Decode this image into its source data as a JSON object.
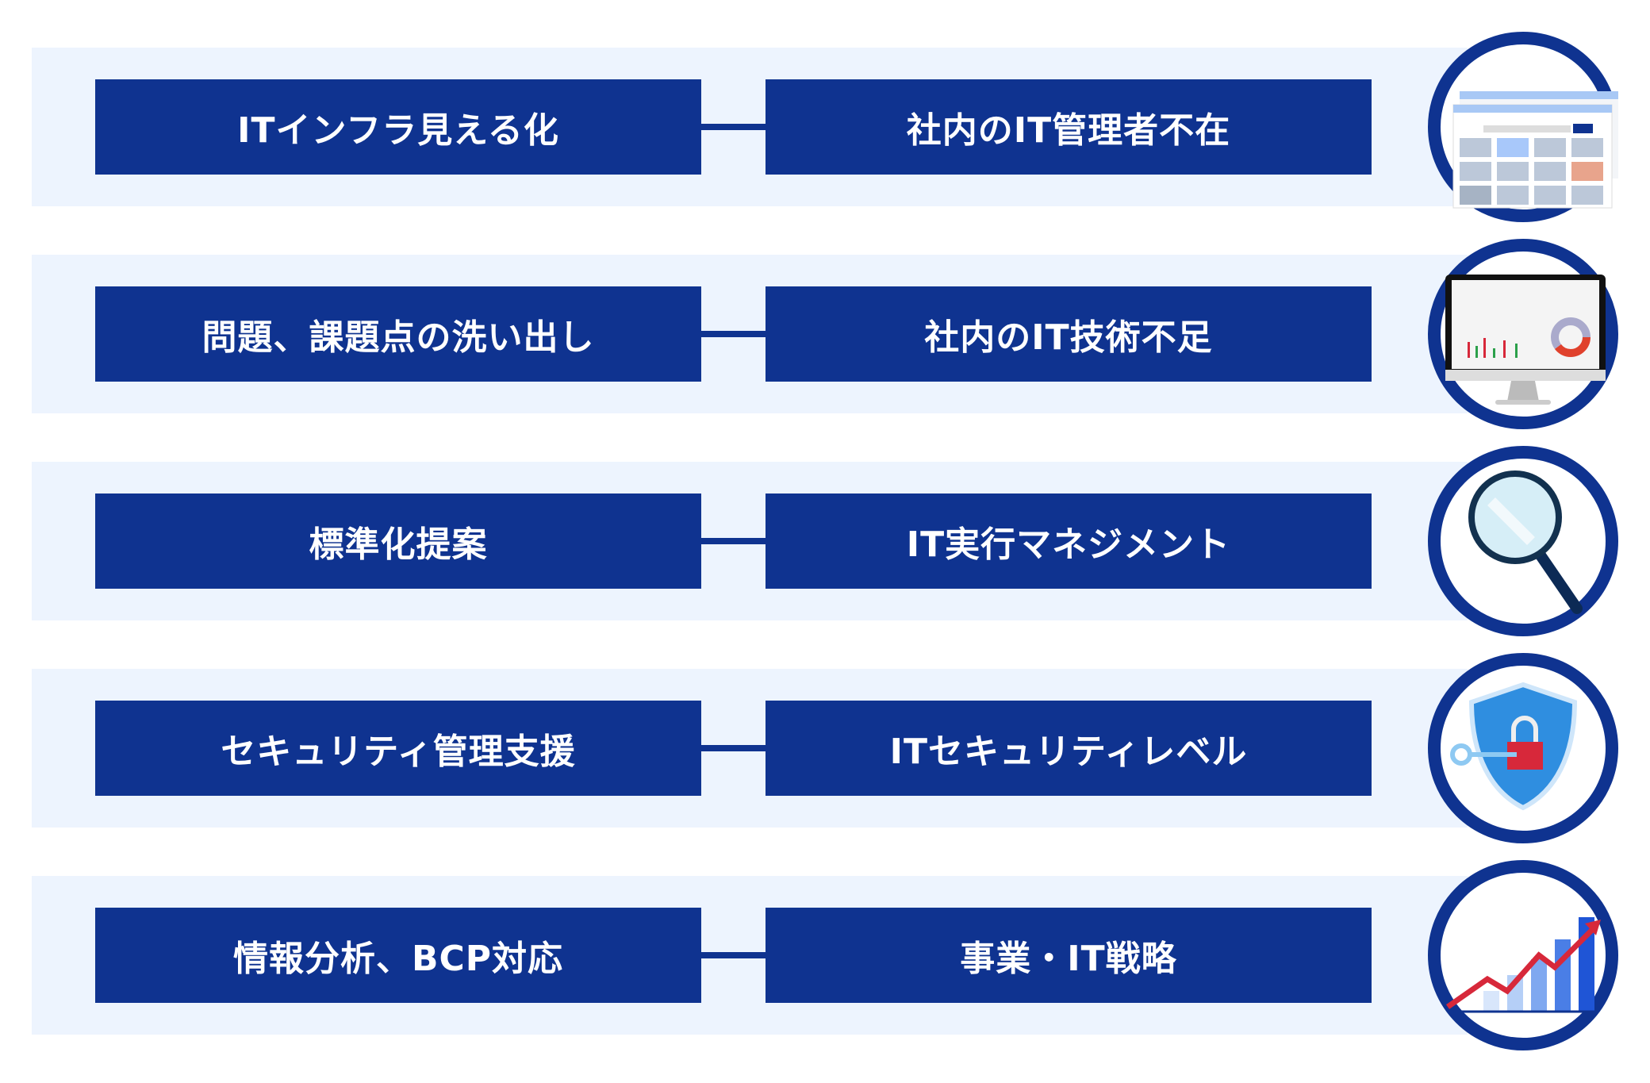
{
  "rows": [
    {
      "left": "ITインフラ見える化",
      "right": "社内のIT管理者不在",
      "icon": "browser-window-icon"
    },
    {
      "left": "問題、課題点の洗い出し",
      "right": "社内のIT技術不足",
      "icon": "monitor-dashboard-icon"
    },
    {
      "left": "標準化提案",
      "right": "IT実行マネジメント",
      "icon": "magnifying-glass-icon"
    },
    {
      "left": "セキュリティ管理支援",
      "right": "ITセキュリティレベル",
      "icon": "security-shield-icon"
    },
    {
      "left": "情報分析、BCP対応",
      "right": "事業・IT戦略",
      "icon": "growth-chart-icon"
    }
  ],
  "colors": {
    "primary": "#0f3390",
    "band": "#edf4fe",
    "accent_red": "#d7283a"
  }
}
